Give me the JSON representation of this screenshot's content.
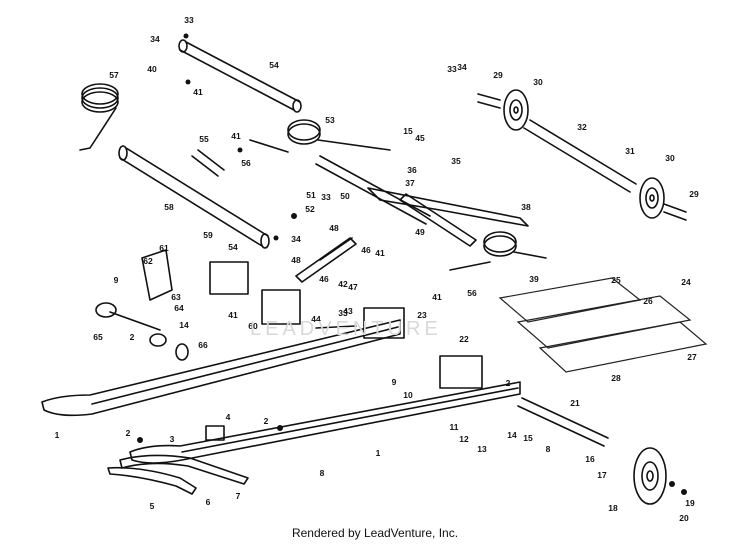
{
  "footer": "Rendered by LeadVenture, Inc.",
  "watermark": "LEADVENTURE",
  "callouts": [
    "1",
    "1",
    "2",
    "2",
    "2",
    "2",
    "3",
    "4",
    "5",
    "6",
    "7",
    "8",
    "8",
    "9",
    "9",
    "10",
    "11",
    "12",
    "13",
    "14",
    "14",
    "15",
    "15",
    "16",
    "17",
    "18",
    "19",
    "20",
    "21",
    "22",
    "23",
    "24",
    "25",
    "26",
    "27",
    "28",
    "29",
    "29",
    "30",
    "30",
    "31",
    "32",
    "33",
    "33",
    "33",
    "33",
    "34",
    "34",
    "34",
    "35",
    "36",
    "37",
    "38",
    "39",
    "40",
    "41",
    "41",
    "41",
    "41",
    "41",
    "42",
    "43",
    "44",
    "45",
    "46",
    "46",
    "47",
    "48",
    "48",
    "49",
    "50",
    "51",
    "52",
    "53",
    "54",
    "54",
    "55",
    "56",
    "56",
    "57",
    "58",
    "59",
    "60",
    "61",
    "62",
    "63",
    "64",
    "65",
    "66"
  ]
}
